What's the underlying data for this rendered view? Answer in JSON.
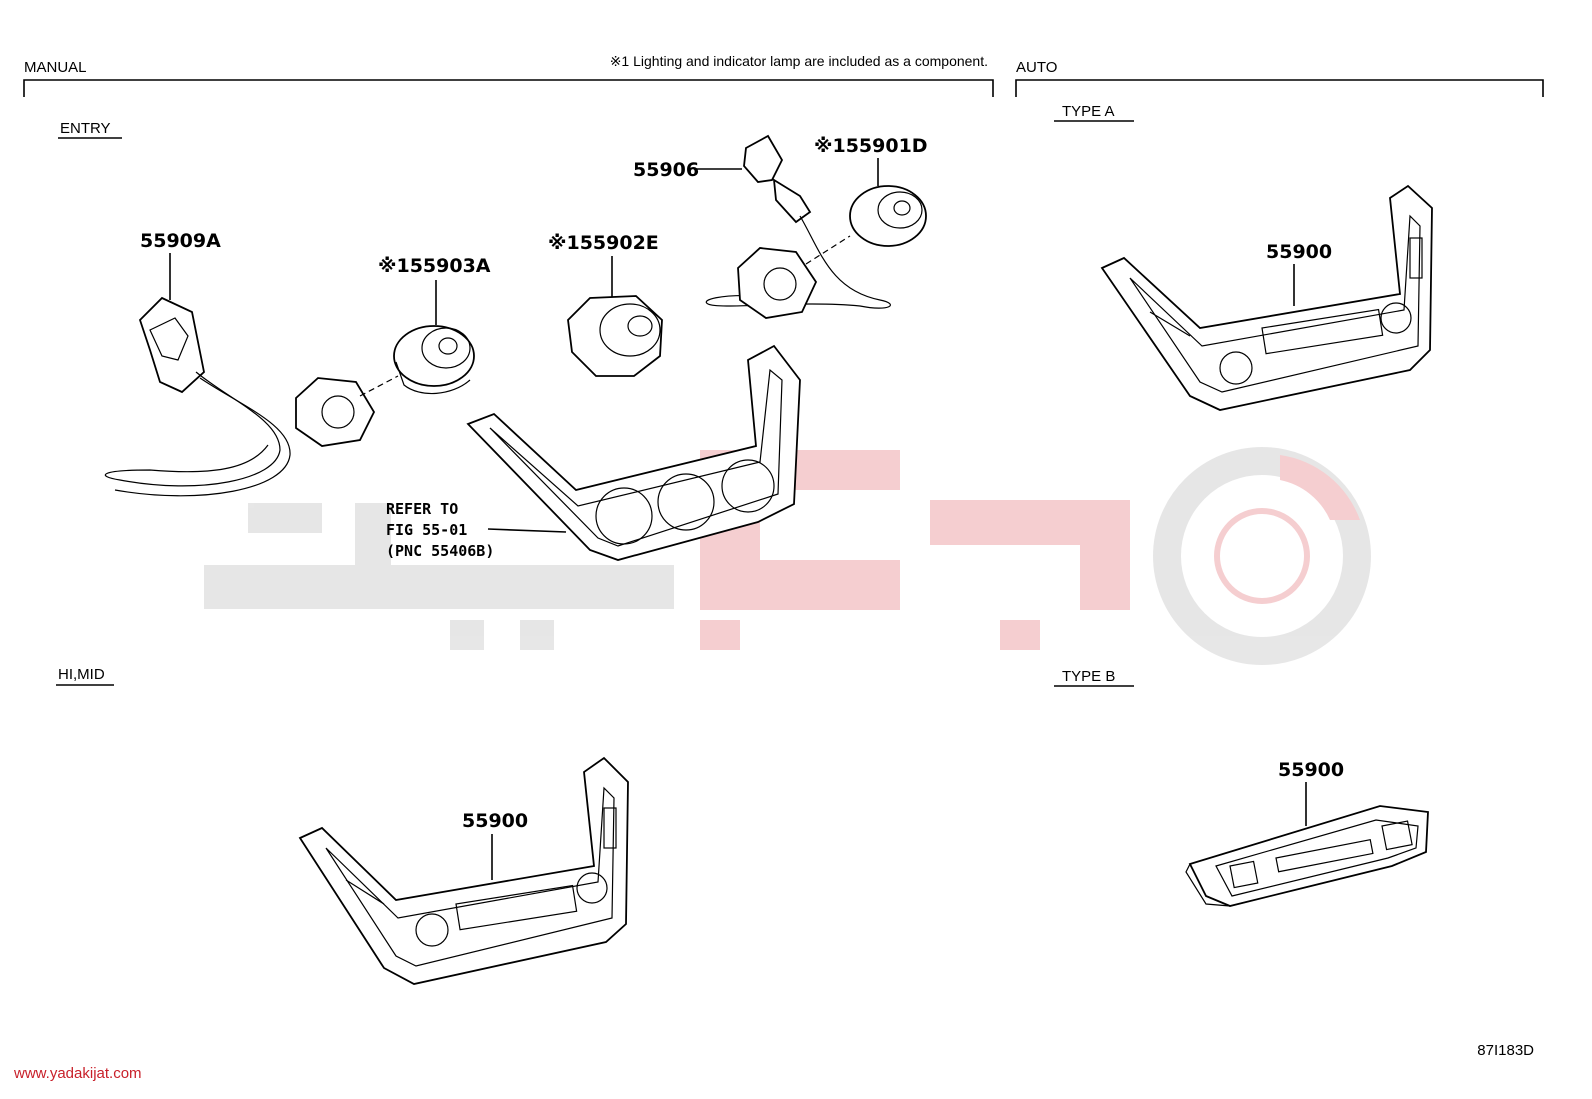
{
  "sections": {
    "manual": "MANUAL",
    "auto": "AUTO",
    "note": "※1 Lighting and indicator lamp are included as a component."
  },
  "subsections": {
    "entry": "ENTRY",
    "himid": "HI,MID",
    "type_a": "TYPE A",
    "type_b": "TYPE B"
  },
  "callouts": {
    "p55909a": "55909A",
    "p55903a": "※155903A",
    "p55902e": "※155902E",
    "p55906": "55906",
    "p55901d": "※155901D",
    "p55900_type_a": "55900",
    "p55900_himid": "55900",
    "p55900_type_b": "55900"
  },
  "refer": {
    "line1": "REFER TO",
    "line2": "FIG 55-01",
    "line3": "(PNC 55406B)"
  },
  "footer": {
    "website": "www.yadakijat.com",
    "figure_code": "87I183D"
  },
  "colors": {
    "watermark_gray": "#d9d9d9",
    "watermark_red": "#f3c4c6",
    "website_red": "#c8202a"
  }
}
